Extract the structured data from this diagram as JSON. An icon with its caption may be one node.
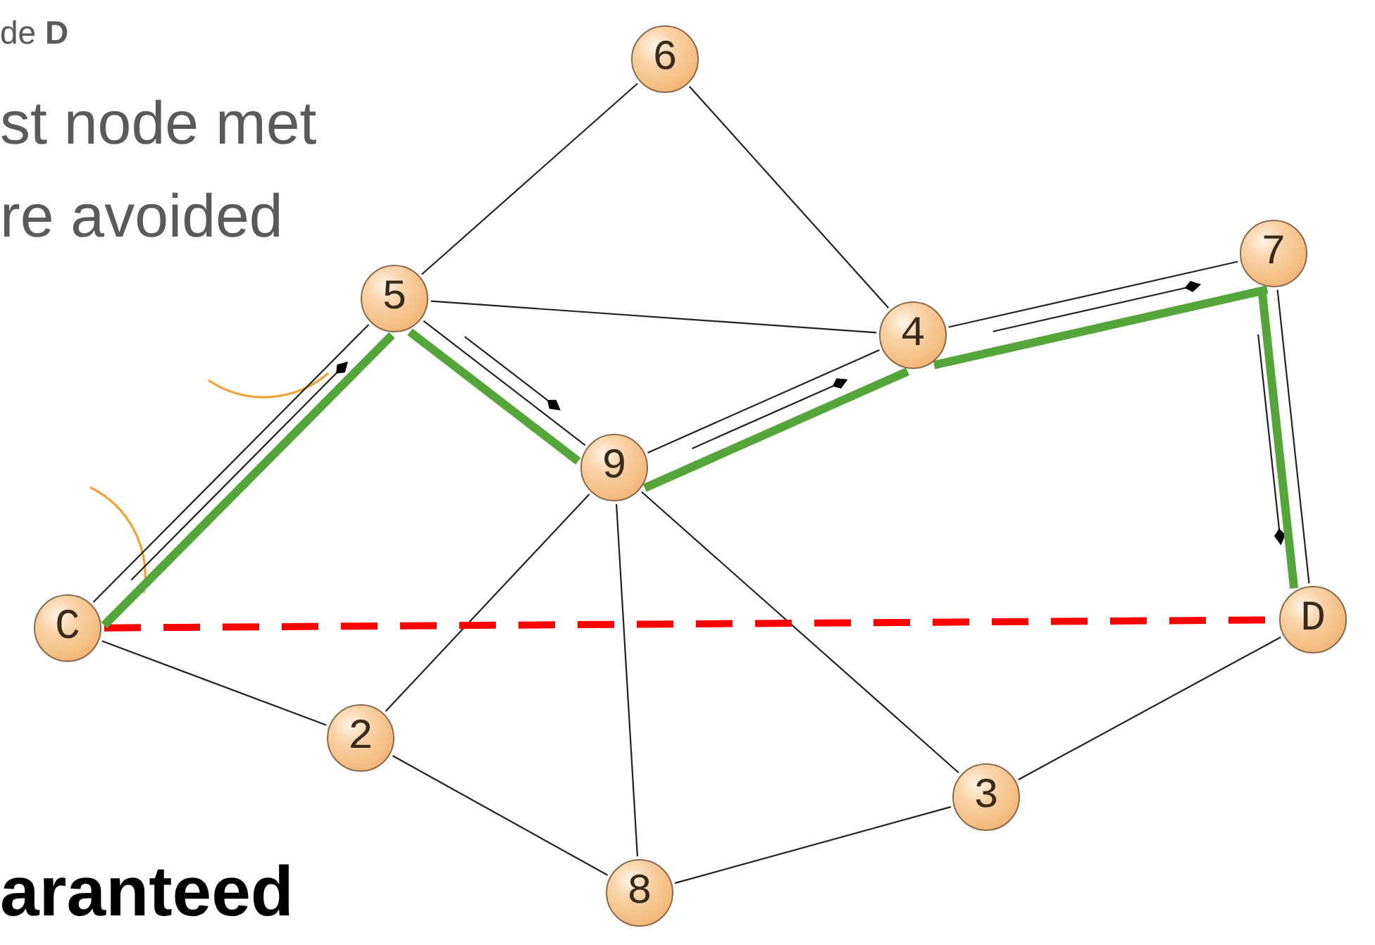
{
  "diagram": {
    "nodes": [
      {
        "text": [
          "6"
        ]
      },
      {
        "text": [
          "7"
        ]
      },
      {
        "text": [
          "5"
        ]
      },
      {
        "text": [
          "4"
        ]
      },
      {
        "text": [
          "9"
        ]
      },
      {
        "text": [
          "C"
        ]
      },
      {
        "text": [
          "D"
        ]
      },
      {
        "text": [
          "2"
        ]
      },
      {
        "text": [
          "3"
        ]
      },
      {
        "text": [
          "8"
        ]
      }
    ],
    "edges": [
      {
        "from": 0,
        "to": 2,
        "arrow": "none"
      },
      {
        "from": 0,
        "to": 3,
        "arrow": "none"
      },
      {
        "from": 2,
        "to": 3,
        "arrow": "none"
      },
      {
        "from": 2,
        "to": 4,
        "arrow": "none"
      },
      {
        "from": 4,
        "to": 3,
        "arrow": "none"
      },
      {
        "from": 3,
        "to": 1,
        "arrow": "none"
      },
      {
        "from": 1,
        "to": 6,
        "arrow": "none"
      },
      {
        "from": 4,
        "to": 7,
        "arrow": "none"
      },
      {
        "from": 4,
        "to": 9,
        "arrow": "none"
      },
      {
        "from": 4,
        "to": 8,
        "arrow": "none"
      },
      {
        "from": 5,
        "to": 2,
        "arrow": "none"
      },
      {
        "from": 5,
        "to": 7,
        "arrow": "none"
      },
      {
        "from": 7,
        "to": 9,
        "arrow": "none"
      },
      {
        "from": 9,
        "to": 8,
        "arrow": "none"
      },
      {
        "from": 8,
        "to": 6,
        "arrow": "none"
      },
      {
        "from": 5,
        "to": 6,
        "arrow": "none",
        "style": "dashed",
        "color": "#ff0000"
      },
      {
        "from": 5,
        "to": 2,
        "arrow": "none",
        "style": "thick",
        "color": "#55a63a"
      },
      {
        "from": 2,
        "to": 4,
        "arrow": "none",
        "style": "thick",
        "color": "#55a63a"
      },
      {
        "from": 4,
        "to": 3,
        "arrow": "none",
        "style": "thick",
        "color": "#55a63a"
      },
      {
        "from": 3,
        "to": 1,
        "arrow": "none",
        "style": "thick",
        "color": "#55a63a"
      },
      {
        "from": 1,
        "to": 6,
        "arrow": "none",
        "style": "thick",
        "color": "#55a63a"
      }
    ],
    "labels": [
      "de **D**",
      "st node met",
      "re avoided",
      "aranteed"
    ]
  }
}
